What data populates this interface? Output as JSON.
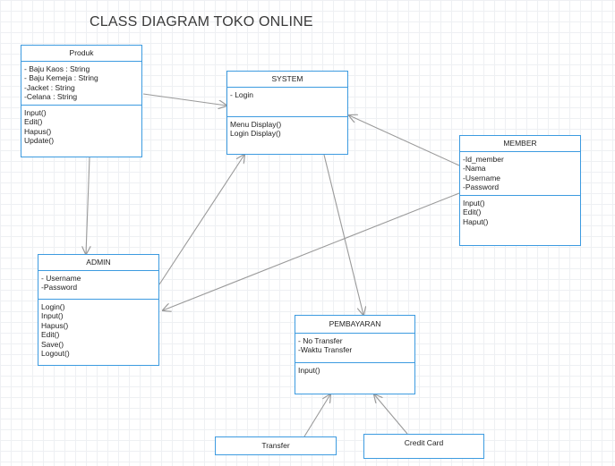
{
  "title": "CLASS DIAGRAM TOKO ONLINE",
  "colors": {
    "border": "#3d9be0",
    "arrow": "#9a9a9a"
  },
  "classes": {
    "produk": {
      "name": "Produk",
      "attributes": [
        "- Baju Kaos : String",
        "- Baju Kemeja : String",
        "-Jacket : String",
        "-Celana : String"
      ],
      "methods": [
        "Input()",
        "Edit()",
        "Hapus()",
        "Update()"
      ]
    },
    "system": {
      "name": "SYSTEM",
      "attributes": [
        "- Login"
      ],
      "methods": [
        "Menu Display()",
        "Login Display()"
      ]
    },
    "member": {
      "name": "MEMBER",
      "attributes": [
        "-Id_member",
        "-Nama",
        "-Username",
        "-Password"
      ],
      "methods": [
        "Input()",
        "Edit()",
        "Haput()"
      ]
    },
    "admin": {
      "name": "ADMIN",
      "attributes": [
        "- Username",
        "-Password"
      ],
      "methods": [
        "Login()",
        "Input()",
        "Hapus()",
        "Edit()",
        "Save()",
        "Logout()"
      ]
    },
    "pembayaran": {
      "name": "PEMBAYARAN",
      "attributes": [
        "- No Transfer",
        "-Waktu Transfer"
      ],
      "methods": [
        "Input()"
      ]
    },
    "transfer": {
      "name": "Transfer"
    },
    "creditcard": {
      "name": "Credit Card"
    }
  }
}
